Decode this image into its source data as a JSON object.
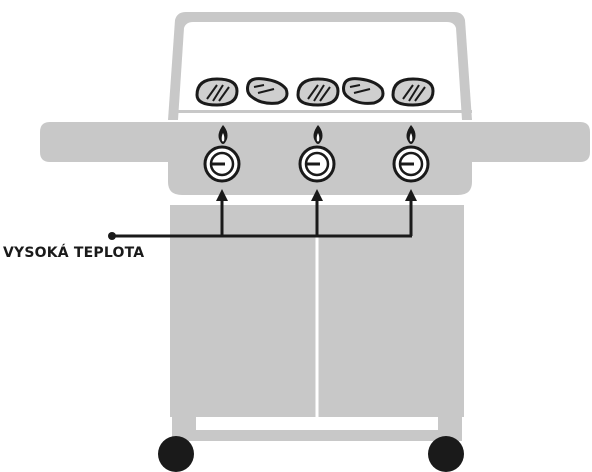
{
  "callout": {
    "label": "VYSOKÁ TEPLOTA"
  },
  "burners": [
    {
      "name": "burner-left",
      "flame": true
    },
    {
      "name": "burner-center",
      "flame": true
    },
    {
      "name": "burner-right",
      "flame": true
    }
  ],
  "food": [
    "steak",
    "steak",
    "steak",
    "steak",
    "steak"
  ],
  "colors": {
    "body": "#c8c8c8",
    "outline": "#1a1a1a",
    "lid_bg": "#ffffff",
    "knob_bg": "#ffffff",
    "meat_fill": "#cfcfcf"
  }
}
